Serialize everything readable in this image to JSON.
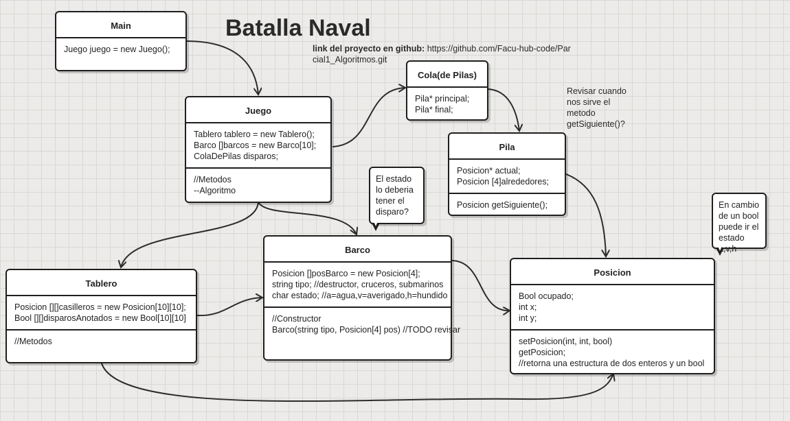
{
  "title": "Batalla Naval",
  "link": {
    "label": "link del proyecto en github:",
    "url": "https://github.com/Facu-hub-code/Parcial1_Algoritmos.git"
  },
  "notes": {
    "pila_note": "Revisar cuando nos sirve el metodo getSiguiente()?",
    "barco_bubble": "El estado lo deberia tener el disparo?",
    "posicion_bubble": "En cambio de un bool puede ir el estado a,v,h"
  },
  "classes": {
    "main": {
      "name": "Main",
      "sections": [
        [
          "Juego juego = new Juego();"
        ]
      ]
    },
    "juego": {
      "name": "Juego",
      "sections": [
        [
          "Tablero tablero = new Tablero();",
          "Barco []barcos = new Barco[10];",
          "ColaDePilas disparos;"
        ],
        [
          "//Metodos",
          "--Algoritmo"
        ]
      ]
    },
    "cola": {
      "name": "Cola(de Pilas)",
      "sections": [
        [
          "Pila* principal;",
          "Pila* final;"
        ]
      ]
    },
    "pila": {
      "name": "Pila",
      "sections": [
        [
          "Posicion* actual;",
          "Posicion [4]alrededores;"
        ],
        [
          "Posicion getSiguiente();"
        ]
      ]
    },
    "barco": {
      "name": "Barco",
      "sections": [
        [
          "Posicion []posBarco = new Posicion[4];",
          "string tipo; //destructor, cruceros, submarinos",
          "char estado; //a=agua,v=averigado,h=hundido"
        ],
        [
          "//Constructor",
          "Barco(string tipo, Posicion[4] pos) //TODO revisar"
        ]
      ]
    },
    "tablero": {
      "name": "Tablero",
      "sections": [
        [
          "Posicion [][]casilleros = new Posicion[10][10];",
          "Bool [][]disparosAnotados = new Bool[10][10]"
        ],
        [
          "//Metodos"
        ]
      ]
    },
    "posicion": {
      "name": "Posicion",
      "sections": [
        [
          "Bool ocupado;",
          "int x;",
          "int y;"
        ],
        [
          "setPosicion(int, int, bool)",
          "getPosicion;",
          "//retorna una estructura de dos enteros y un bool"
        ]
      ]
    }
  }
}
